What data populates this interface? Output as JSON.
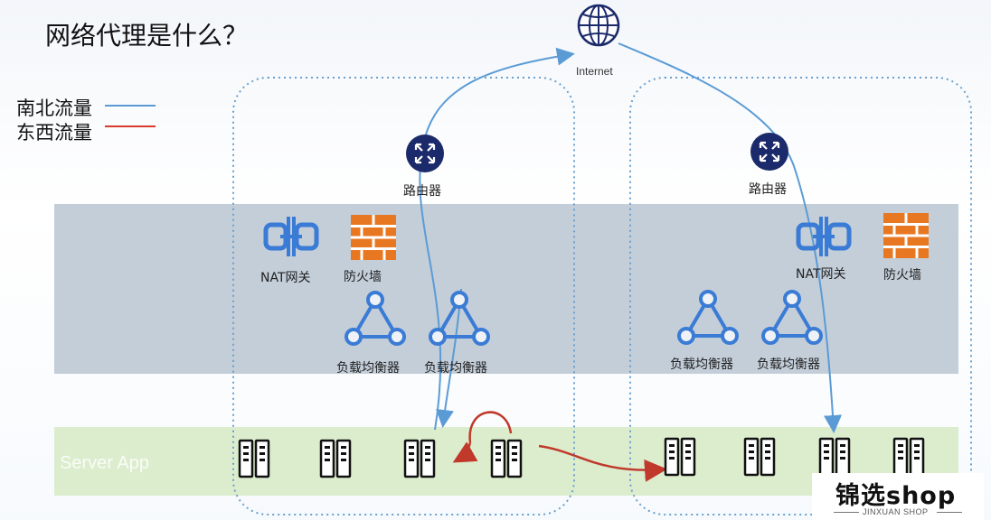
{
  "title": "网络代理是什么？",
  "legend": {
    "north_south": {
      "label": "南北流量",
      "color": "#5b9bd5"
    },
    "east_west": {
      "label": "东西流量",
      "color": "#d93a2b"
    }
  },
  "internet": {
    "label": "Internet",
    "icon": "globe-icon"
  },
  "router_label": "路由器",
  "nat_label": "NAT网关",
  "firewall_label": "防火墙",
  "lb_label": "负载均衡器",
  "server_app_label": "Server App",
  "colors": {
    "router": "#1b2a6b",
    "nat": "#3a7bd5",
    "firewall": "#e87722",
    "load_balancer": "#3a7bd5",
    "band_gray": "#b9c6d2",
    "band_green": "#d8ebc9",
    "cluster_border": "#6aa0cf"
  },
  "watermark": {
    "main": "锦选shop",
    "sub": "JINXUAN SHOP"
  }
}
